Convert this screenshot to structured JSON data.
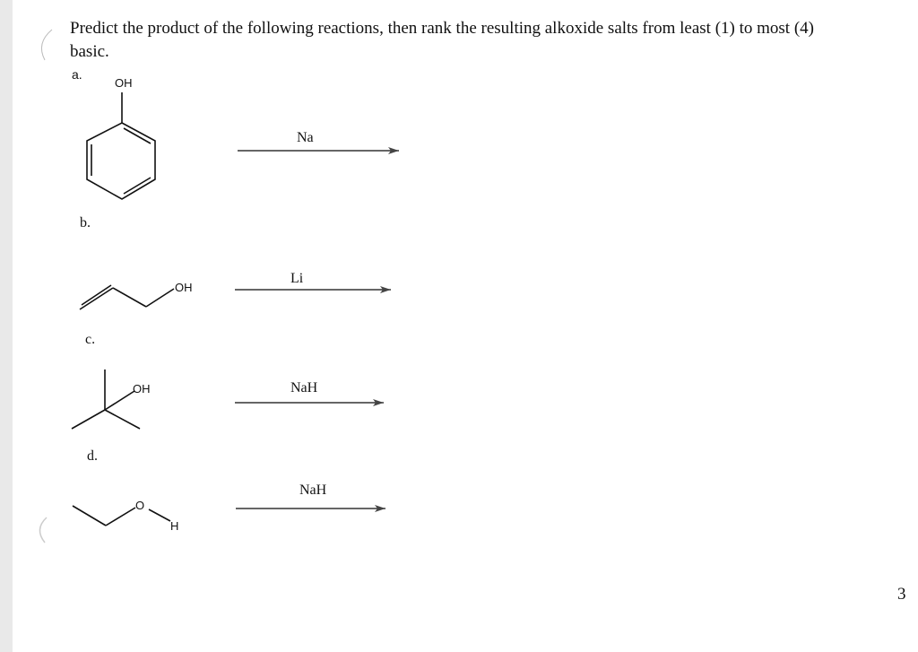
{
  "question": {
    "line1": "Predict the product of the following reactions, then rank the resulting alkoxide salts from least (1) to most (4)",
    "line2": "basic."
  },
  "reactions": [
    {
      "label": "a.",
      "substrate_atoms": [
        "OH"
      ],
      "reagent": "Na"
    },
    {
      "label": "b.",
      "substrate_atoms": [
        "OH"
      ],
      "reagent": "Li"
    },
    {
      "label": "c.",
      "substrate_atoms": [
        "OH"
      ],
      "reagent": "NaH"
    },
    {
      "label": "d.",
      "substrate_atoms": [
        "O",
        "H"
      ],
      "reagent": "NaH"
    }
  ],
  "page_number": "3"
}
